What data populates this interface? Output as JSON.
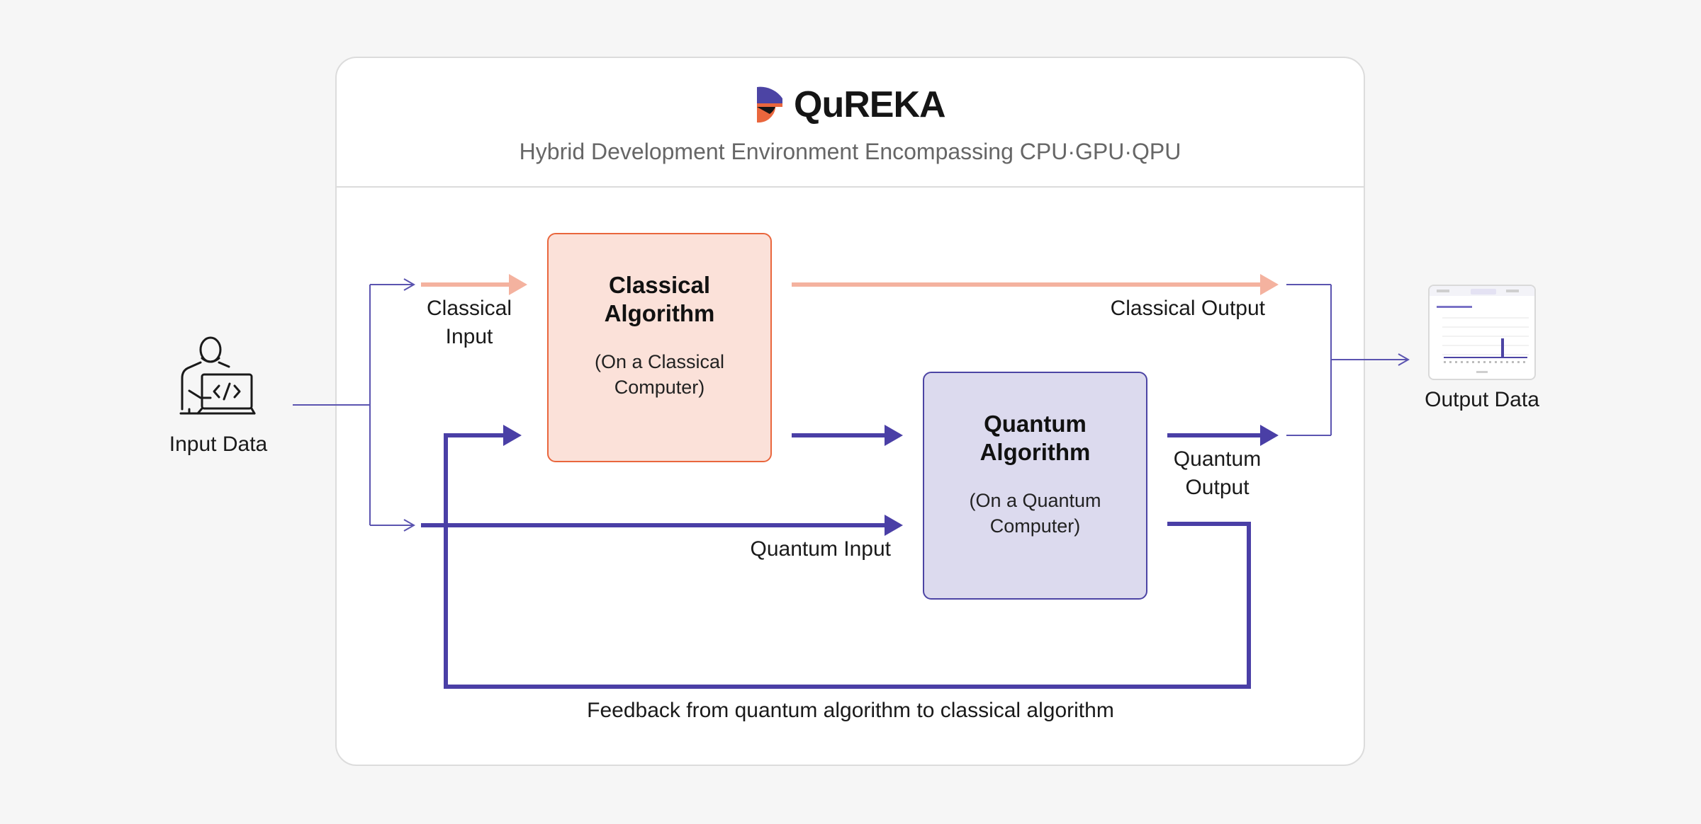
{
  "header": {
    "logo_text": "QuREKA",
    "subtitle": "Hybrid Development Environment Encompassing CPU·GPU·QPU"
  },
  "icons": {
    "logo": "qureka-logo-icon",
    "input": "developer-laptop-icon",
    "output": "chart-thumbnail-icon"
  },
  "colors": {
    "classical_accent": "#e9663d",
    "classical_fill": "#fbe1d9",
    "classical_arrow": "#f4b29f",
    "quantum_accent": "#4c44a4",
    "quantum_fill": "#dcdaee",
    "quantum_arrow": "#4a3fa6"
  },
  "nodes": {
    "input": {
      "label": "Input Data"
    },
    "output": {
      "label": "Output Data"
    },
    "classical": {
      "title_line1": "Classical",
      "title_line2": "Algorithm",
      "sub_line1": "(On a Classical",
      "sub_line2": "Computer)"
    },
    "quantum": {
      "title_line1": "Quantum",
      "title_line2": "Algorithm",
      "sub_line1": "(On a Quantum",
      "sub_line2": "Computer)"
    }
  },
  "edges": {
    "classical_input": {
      "line1": "Classical",
      "line2": "Input"
    },
    "classical_output": "Classical Output",
    "quantum_input": "Quantum Input",
    "quantum_output": {
      "line1": "Quantum",
      "line2": "Output"
    },
    "feedback": "Feedback from quantum algorithm to classical algorithm"
  }
}
